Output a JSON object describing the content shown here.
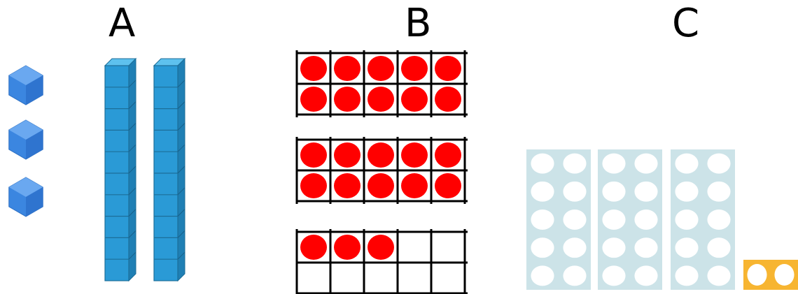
{
  "labels": {
    "a": "A",
    "b": "B",
    "c": "C"
  },
  "group_a": {
    "unit_cubes": 3,
    "rods": 2,
    "cubes_per_rod": 10,
    "colors": {
      "cube": "#3b86e0",
      "rod": "#2a9ad6"
    }
  },
  "group_b": {
    "frames": [
      {
        "filled": 10
      },
      {
        "filled": 10
      },
      {
        "filled": 3
      }
    ],
    "frame_capacity": 10,
    "colors": {
      "counter": "#ff0000",
      "grid": "#000000"
    }
  },
  "group_c": {
    "full_trays": 3,
    "holes_per_tray": 10,
    "partial_tray_holes": 2,
    "colors": {
      "tray": "#cce3e8",
      "partial_tray": "#f7b531",
      "hole": "#ffffff"
    }
  }
}
